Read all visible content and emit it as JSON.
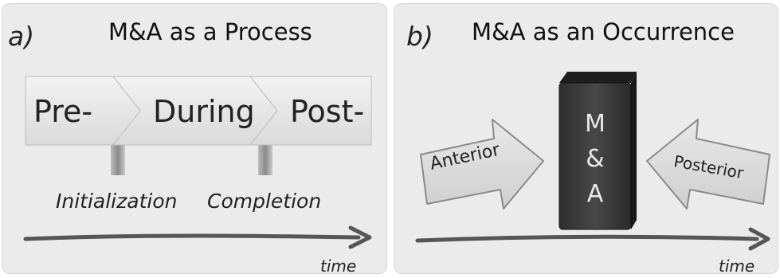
{
  "panel_a": {
    "label": "a)",
    "title": "M&A as a Process",
    "segments": [
      "Pre-",
      "During",
      "Post-"
    ],
    "phases": [
      "Initialization",
      "Completion"
    ],
    "time_label": "time"
  },
  "panel_b": {
    "label": "b)",
    "title": "M&A as an Occurrence",
    "box_letters": [
      "M",
      "&",
      "A"
    ],
    "left_arrow": "Anterior",
    "right_arrow": "Posterior",
    "time_label": "time"
  },
  "colors": {
    "panel_bg": "#ebebeb",
    "arrow_fill": "#dcdcdc",
    "box_fill": "#3a3a3a",
    "timeline": "#555555"
  }
}
